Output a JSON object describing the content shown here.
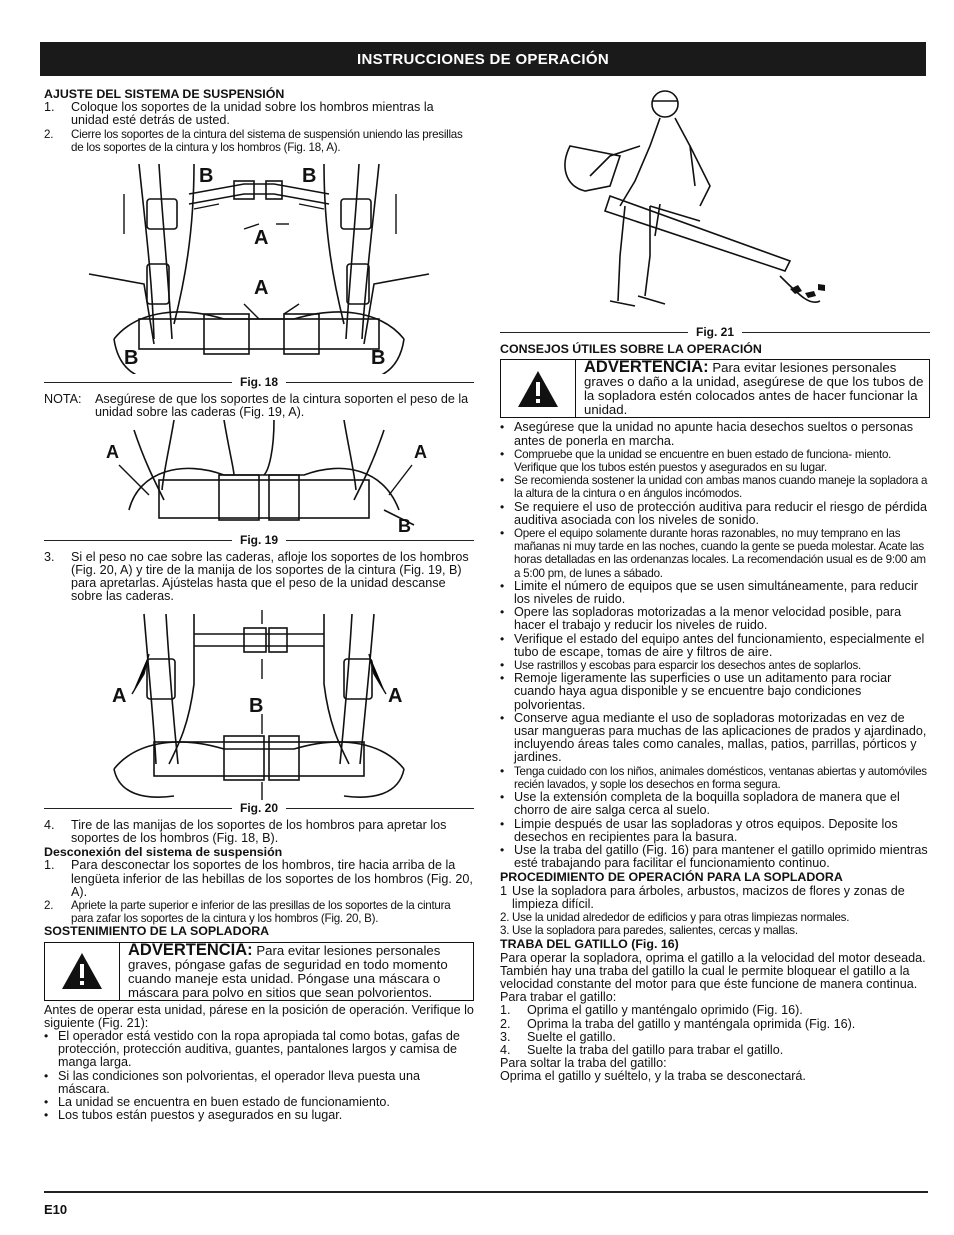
{
  "header": {
    "title": "INSTRUCCIONES DE OPERACIÓN"
  },
  "left": {
    "suspension_heading": "AJUSTE DEL SISTEMA DE SUSPENSIÓN",
    "steps_1": [
      {
        "n": "1.",
        "text": "Coloque los soportes de la unidad sobre los hombros mientras la unidad esté detrás de usted."
      },
      {
        "n": "2.",
        "text": "Cierre los soportes de la cintura del sistema de suspensión uniendo las presillas de los soportes de la cintura y los hombros (Fig. 18, A)."
      }
    ],
    "fig18": {
      "caption": "Fig. 18",
      "labels": [
        "B",
        "B",
        "A",
        "A",
        "B",
        "B"
      ]
    },
    "nota_key": "NOTA:",
    "nota_text": "Asegúrese de que los soportes de la cintura soporten el peso de la unidad sobre las caderas (Fig. 19, A).",
    "fig19": {
      "caption": "Fig. 19",
      "labels": [
        "A",
        "A",
        "B"
      ]
    },
    "steps_3": [
      {
        "n": "3.",
        "text": "Si el peso no cae sobre las caderas, afloje los soportes de los hombros (Fig. 20, A) y tire de la manija de los soportes de la cintura (Fig. 19, B) para apretarlas. Ajústelas hasta que el peso de la unidad descanse sobre las caderas."
      }
    ],
    "fig20": {
      "caption": "Fig. 20",
      "labels": [
        "A",
        "B",
        "A"
      ]
    },
    "steps_4": [
      {
        "n": "4.",
        "text": "Tire de las manijas de los soportes de los hombros para apretar los soportes de los hombros (Fig. 18, B)."
      }
    ],
    "disconnect_heading": "Desconexión del sistema de suspensión",
    "disconnect_steps": [
      {
        "n": "1.",
        "text": "Para desconectar los soportes de los hombros, tire hacia arriba de la lengüeta inferior de las hebillas de los soportes de los hombros (Fig. 20, A)."
      },
      {
        "n": "2.",
        "text": "Apriete la parte superior e inferior de las presillas de los soportes de la cintura para zafar los soportes de la cintura y los hombros (Fig. 20, B)."
      }
    ],
    "holding_heading": "SOSTENIMIENTO DE LA SOPLADORA",
    "warning": {
      "title": "ADVERTENCIA:",
      "text": "Para evitar lesiones personales graves, póngase gafas de seguridad en todo momento cuando maneje esta unidad. Póngase una máscara o máscara para polvo en sitios que sean polvorientos."
    },
    "before_text": "Antes de operar esta unidad, párese en la posición de operación. Verifique lo siguiente (Fig. 21):",
    "before_bullets": [
      "El operador está vestido con la ropa apropiada tal como botas, gafas de protección, protección auditiva, guantes, pantalones largos y camisa de manga larga.",
      "Si las condiciones son polvorientas, el operador lleva puesta una máscara.",
      "La unidad se encuentra en buen estado de funcionamiento.",
      "Los tubos están puestos y asegurados en su lugar."
    ]
  },
  "right": {
    "fig21": {
      "caption": "Fig. 21"
    },
    "tips_heading": "CONSEJOS ÚTILES SOBRE LA OPERACIÓN",
    "warning": {
      "title": "ADVERTENCIA:",
      "text": "Para evitar lesiones personales graves o daño a la unidad, asegúrese de que los tubos de la sopladora estén colocados antes de hacer funcionar la unidad."
    },
    "tips_bullets": [
      "Asegúrese que la unidad no apunte hacia desechos sueltos o personas antes de ponerla en marcha.",
      "Compruebe que la unidad se encuentre en buen estado de funciona- miento. Verifique que los tubos estén puestos y asegurados en su lugar.",
      "Se recomienda sostener la unidad con ambas manos cuando maneje la sopladora a la altura de la cintura o en ángulos incómodos.",
      "Se requiere el uso de protección auditiva para reducir el riesgo de pérdida auditiva asociada con los niveles de sonido.",
      "Opere el equipo solamente durante horas razonables, no muy temprano en las mañanas ni muy tarde en las noches, cuando la gente se pueda molestar. Acate las horas detalladas en las ordenanzas locales. La recomendación usual es de 9:00 am a 5:00 pm, de lunes a sábado.",
      "Limite el número de equipos que se usen simultáneamente, para reducir los niveles de ruido.",
      "Opere las sopladoras motorizadas a la menor velocidad posible, para hacer el trabajo y reducir los niveles de ruido.",
      "Verifique el estado del equipo antes del funcionamiento, especialmente el tubo de escape, tomas de aire y filtros de aire.",
      "Use rastrillos y escobas para esparcir los desechos antes de soplarlos.",
      "Remoje ligeramente las superficies o use un aditamento para rociar cuando haya agua disponible y se encuentre bajo condiciones polvorientas.",
      "Conserve agua mediante el uso de sopladoras motorizadas en vez de usar mangueras para muchas de las aplicaciones de prados y ajardinado, incluyendo áreas tales como canales, mallas, patios, parrillas, pórticos y jardines.",
      "Tenga cuidado con los niños, animales domésticos, ventanas abiertas y automóviles recién lavados, y sople los desechos en forma segura.",
      "Use la extensión completa de la boquilla sopladora de manera que el chorro de aire salga cerca al suelo.",
      "Limpie después de usar las sopladoras y otros equipos. Deposite los desechos en recipientes para la basura.",
      "Use la traba del gatillo (Fig. 16) para mantener el gatillo oprimido mientras esté trabajando para facilitar el funcionamiento continuo."
    ],
    "procedure_heading": "PROCEDIMIENTO DE OPERACIÓN PARA LA SOPLADORA",
    "procedure_steps": [
      {
        "n": "1",
        "text": "Use la sopladora para árboles, arbustos, macizos de flores y zonas de limpieza difícil."
      },
      {
        "n": "2.",
        "text": "Use la unidad alrededor de edificios y para otras limpiezas normales."
      },
      {
        "n": "3.",
        "text": "Use la sopladora para paredes, salientes, cercas y mallas."
      }
    ],
    "trigger_heading": "TRABA DEL GATILLO (Fig. 16)",
    "trigger_text": "Para operar la sopladora, oprima el gatillo a la velocidad del motor deseada. También hay una traba del gatillo la cual le permite bloquear el gatillo a la velocidad constante del motor para que éste funcione de manera continua.",
    "lock_intro": "Para trabar el gatillo:",
    "lock_steps": [
      {
        "n": "1.",
        "text": "Oprima el gatillo y manténgalo oprimido (Fig. 16)."
      },
      {
        "n": "2.",
        "text": "Oprima la traba del gatillo y manténgala oprimida (Fig. 16)."
      },
      {
        "n": "3.",
        "text": "Suelte el gatillo."
      },
      {
        "n": "4.",
        "text": "Suelte la traba del gatillo para trabar el gatillo."
      }
    ],
    "release_intro": "Para soltar la traba del gatillo:",
    "release_text": "Oprima el gatillo y suéltelo, y la traba se desconectará."
  },
  "footer": {
    "page_number": "E10"
  }
}
